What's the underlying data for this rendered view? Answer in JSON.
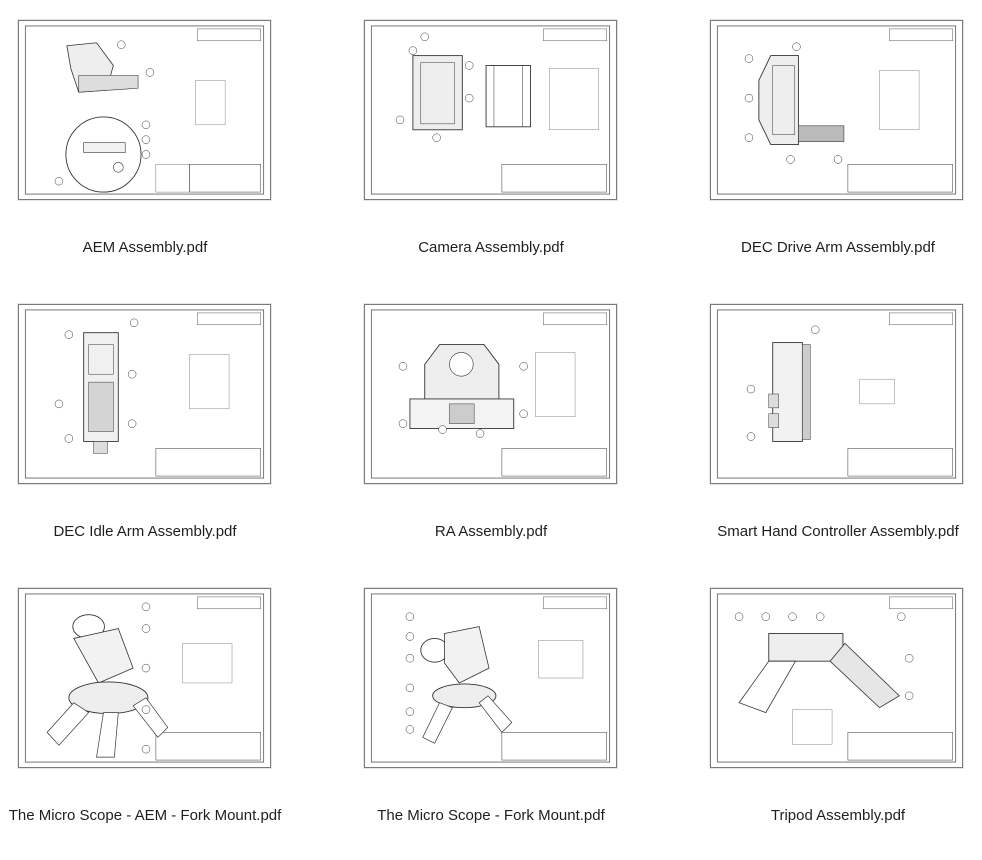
{
  "files": [
    {
      "name": "AEM Assembly.pdf",
      "icon": "pdf-drawing-thumbnail"
    },
    {
      "name": "Camera Assembly.pdf",
      "icon": "pdf-drawing-thumbnail"
    },
    {
      "name": "DEC Drive Arm Assembly.pdf",
      "icon": "pdf-drawing-thumbnail"
    },
    {
      "name": "DEC Idle Arm Assembly.pdf",
      "icon": "pdf-drawing-thumbnail"
    },
    {
      "name": "RA Assembly.pdf",
      "icon": "pdf-drawing-thumbnail"
    },
    {
      "name": "Smart Hand Controller Assembly.pdf",
      "icon": "pdf-drawing-thumbnail"
    },
    {
      "name": "The Micro Scope - AEM - Fork Mount.pdf",
      "icon": "pdf-drawing-thumbnail"
    },
    {
      "name": "The Micro Scope - Fork Mount.pdf",
      "icon": "pdf-drawing-thumbnail"
    },
    {
      "name": "Tripod Assembly.pdf",
      "icon": "pdf-drawing-thumbnail"
    }
  ]
}
